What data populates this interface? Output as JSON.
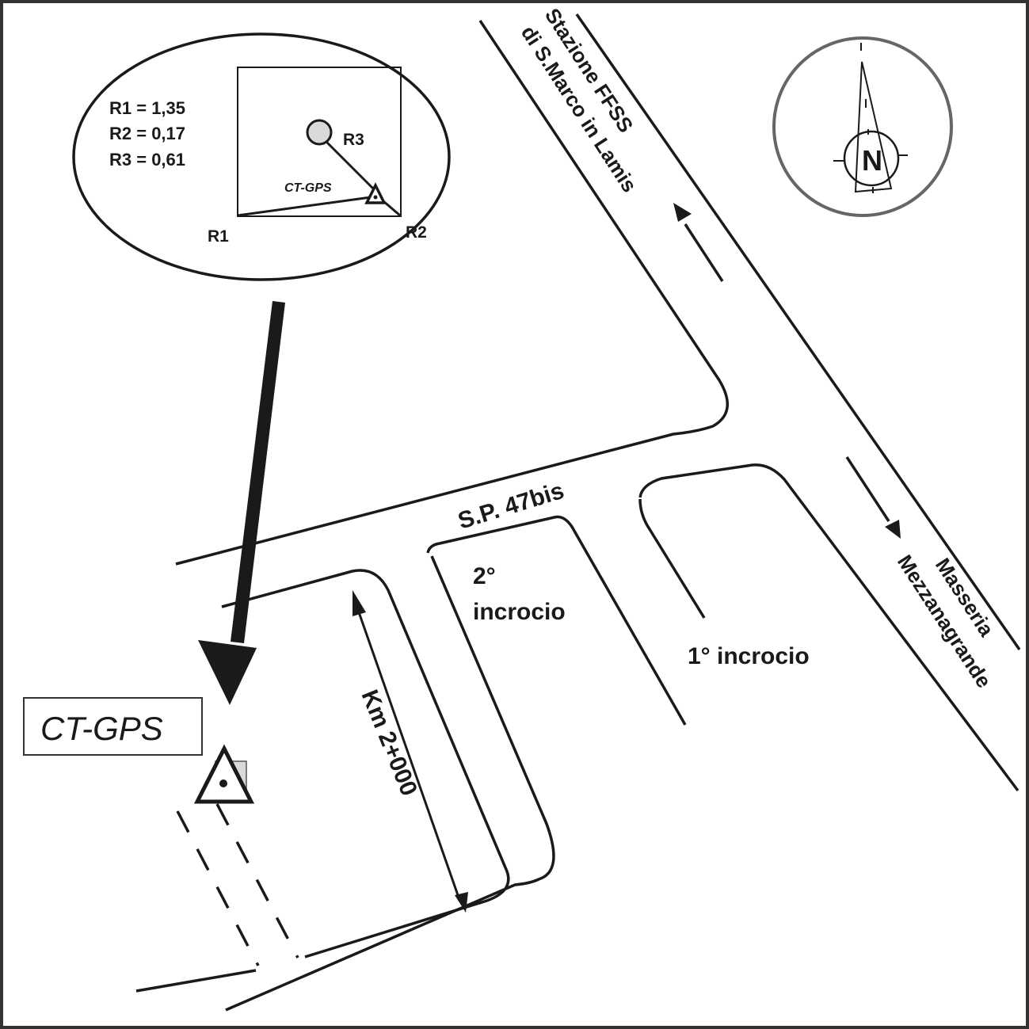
{
  "map": {
    "colors": {
      "ink": "#1a1a1a",
      "frame": "#333333",
      "compass_ring": "#666666",
      "marker_fill": "#d9d9d9"
    },
    "inset": {
      "values": [
        {
          "label": "R1 = 1,35"
        },
        {
          "label": "R2 = 0,17"
        },
        {
          "label": "R3 = 0,61"
        }
      ],
      "r1_label": "R1",
      "r2_label": "R2",
      "r3_label": "R3",
      "station_label": "CT-GPS"
    },
    "compass": {
      "north_label": "N"
    },
    "roads": {
      "station_road_line1": "Stazione FFSS",
      "station_road_line2": "di S.Marco in Lamis",
      "masseria_line1": "Masseria",
      "masseria_line2": "Mezzanagrande",
      "sp_label": "S.P. 47bis",
      "crossing2_line1": "2°",
      "crossing2_line2": "incrocio",
      "crossing1": "1° incrocio",
      "km_label": "Km 2+000"
    },
    "station_box_label": "CT-GPS"
  }
}
